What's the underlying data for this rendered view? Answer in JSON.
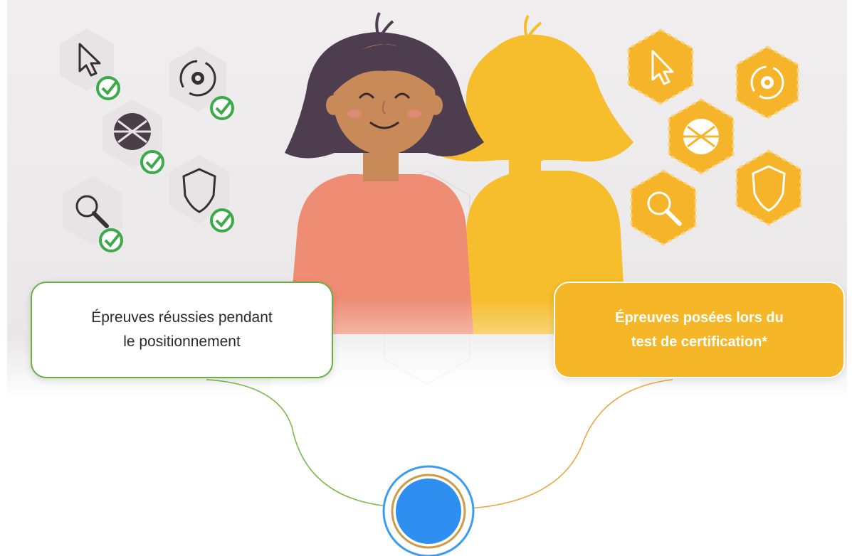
{
  "cards": {
    "left": {
      "line1": "Épreuves réussies pendant",
      "line2": "le positionnement"
    },
    "right": {
      "line1": "Épreuves posées lors du",
      "line2": "test de certification*"
    }
  },
  "icons": {
    "left_group": [
      "cursor-icon",
      "settings-sync-icon",
      "globe-icon",
      "shield-icon",
      "search-icon"
    ],
    "right_group": [
      "cursor-icon",
      "settings-sync-icon",
      "globe-icon",
      "search-icon",
      "shield-icon"
    ],
    "badge": "check-circle-icon"
  },
  "colors": {
    "left_accent": "#6cae45",
    "right_accent": "#f5b727",
    "hair": "#4e3d4e",
    "skin": "#c98a5a",
    "shirt": "#ec8b72",
    "node_fill": "#2f8ff0",
    "node_ring": "#d09a45",
    "node_outer": "#3c9cf2",
    "connector_left": "#7ab84a",
    "connector_right": "#f0a640"
  }
}
